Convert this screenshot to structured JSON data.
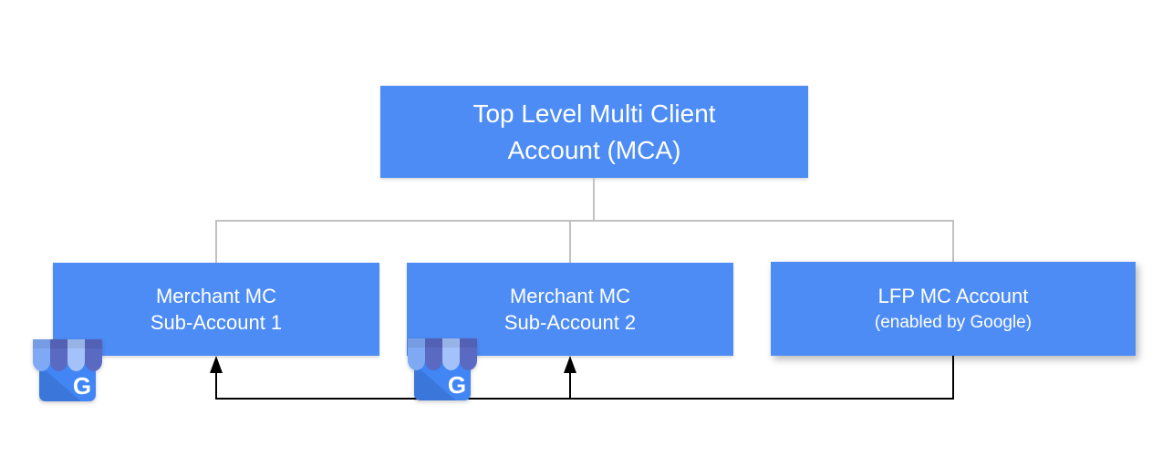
{
  "page": {
    "background": "#FFFFFF"
  },
  "nodes": {
    "mca": {
      "line1": "Top Level Multi Client",
      "line2": "Account (MCA)"
    },
    "sub1": {
      "line1": "Merchant MC",
      "line2": "Sub-Account 1"
    },
    "sub2": {
      "line1": "Merchant MC",
      "line2": "Sub-Account 2"
    },
    "lfp": {
      "line1": "LFP MC Account",
      "line2": "(enabled by Google)"
    }
  },
  "icon": {
    "name": "google-business-profile-icon",
    "letter": "G"
  },
  "edges": {
    "tree": [
      "mca-sub1",
      "mca-sub2",
      "mca-lfp"
    ],
    "feed_arrows": [
      "lfp-sub1",
      "lfp-sub2"
    ]
  },
  "colors": {
    "node_fill": "#4D8CF5",
    "node_text": "#FFFFFF",
    "connector_gray": "#C1C1C1",
    "arrow_black": "#000000",
    "icon_body": "#4285F4",
    "icon_awning_light": "#7FA9F5",
    "icon_awning_lighter": "#A4C2F9",
    "icon_awning_dark": "#5A69C2",
    "background": "#FFFFFF"
  }
}
